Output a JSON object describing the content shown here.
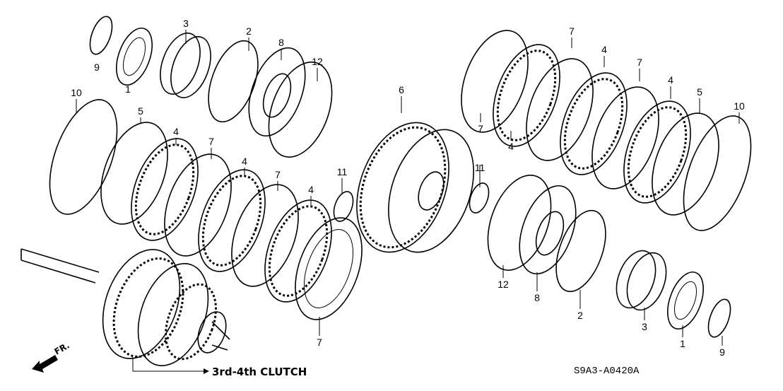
{
  "diagram": {
    "assembly_label": "3rd-4th CLUTCH",
    "front_indicator": "FR.",
    "diagram_code": "S9A3-A0420A",
    "callouts": [
      "9",
      "1",
      "3",
      "2",
      "8",
      "12",
      "10",
      "5",
      "4",
      "7",
      "4",
      "7",
      "4",
      "6",
      "11",
      "7",
      "7",
      "4",
      "7",
      "4",
      "5",
      "10",
      "7",
      "4",
      "11",
      "12",
      "8",
      "2",
      "3",
      "1",
      "9"
    ]
  }
}
